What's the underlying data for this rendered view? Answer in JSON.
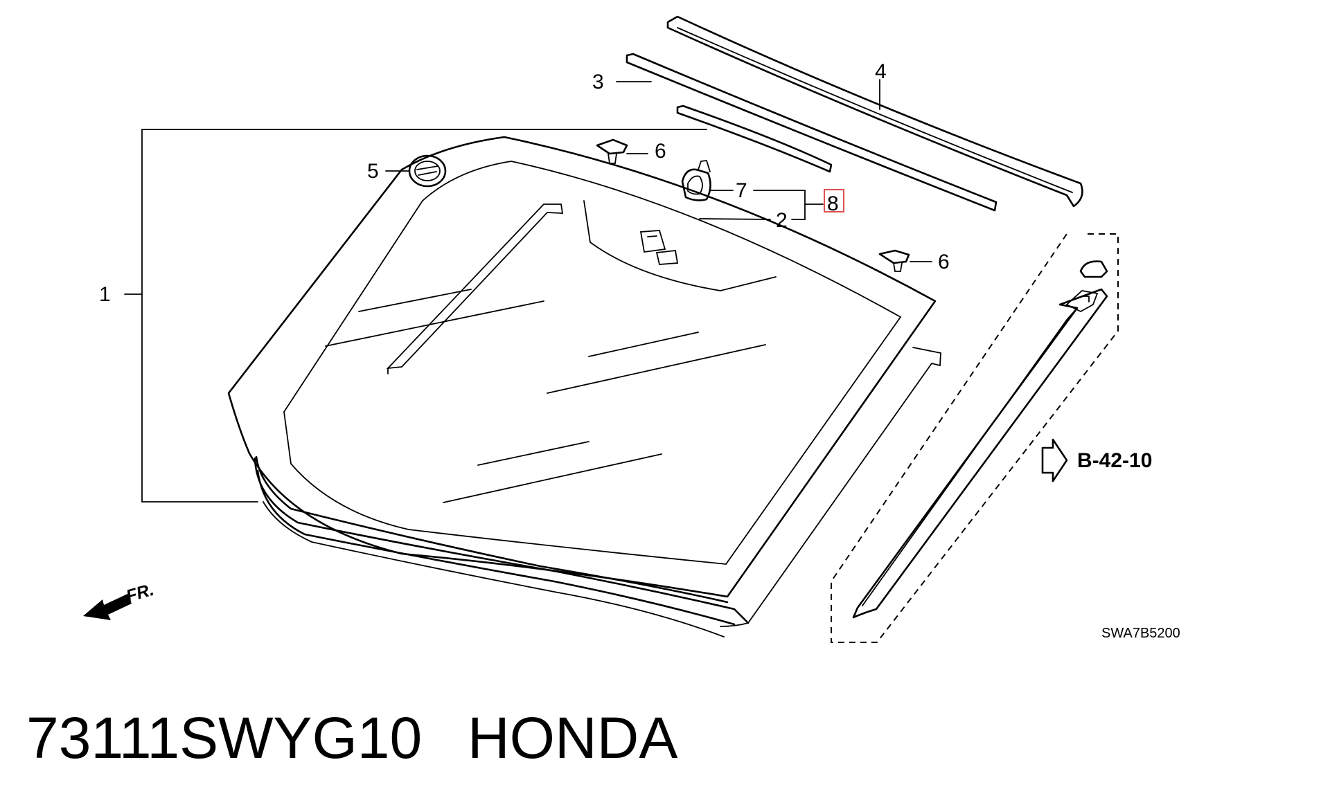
{
  "diagram": {
    "callouts": [
      "1",
      "2",
      "3",
      "4",
      "5",
      "6",
      "6",
      "7",
      "8"
    ],
    "reference_arrow_label": "B-42-10",
    "direction_label": "FR.",
    "diagram_code": "SWA7B5200"
  },
  "caption": {
    "part_number": "73111SWYG10",
    "brand": "HONDA"
  },
  "colors": {
    "line": "#000000",
    "highlight_box": "#e05050"
  }
}
